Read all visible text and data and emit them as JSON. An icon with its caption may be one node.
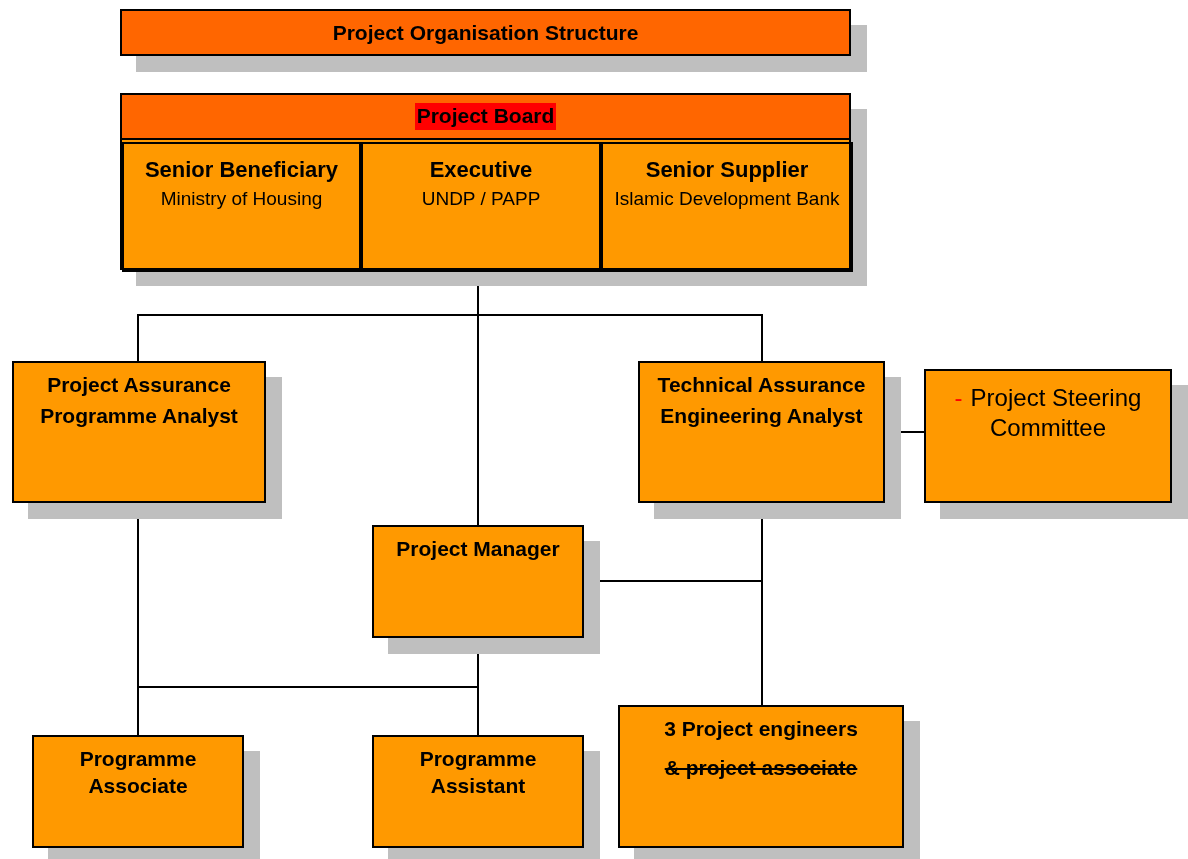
{
  "diagram": {
    "title": "Project Organisation Structure",
    "nodes": [
      {
        "text": [
          "Project Board"
        ]
      },
      {
        "text": [
          "Senior Beneficiary",
          "Ministry of Housing"
        ],
        "in": 0
      },
      {
        "text": [
          "Executive",
          "UNDP / PAPP"
        ],
        "in": 0
      },
      {
        "text": [
          "Senior Supplier",
          "Islamic Development Bank"
        ],
        "in": 0
      },
      {
        "text": [
          "Project Assurance",
          "Programme Analyst"
        ]
      },
      {
        "text": [
          "Technical Assurance",
          "Engineering Analyst"
        ]
      },
      {
        "text": [
          "-",
          "Project Steering Committee"
        ]
      },
      {
        "text": [
          "Project Manager"
        ]
      },
      {
        "text": [
          "Programme Associate"
        ]
      },
      {
        "text": [
          "Programme Assistant"
        ]
      },
      {
        "text": [
          "3 Project engineers",
          "& project associate"
        ]
      }
    ],
    "edges": [
      {
        "from": 2,
        "to": 4,
        "arrow": "none"
      },
      {
        "from": 2,
        "to": 7,
        "arrow": "none"
      },
      {
        "from": 2,
        "to": 5,
        "arrow": "none"
      },
      {
        "from": 5,
        "to": 6,
        "arrow": "none"
      },
      {
        "from": 5,
        "to": 10,
        "arrow": "none"
      },
      {
        "from": 7,
        "to": 10,
        "arrow": "none"
      },
      {
        "from": 4,
        "to": 8,
        "arrow": "none"
      },
      {
        "from": 4,
        "to": 9,
        "arrow": "none"
      },
      {
        "from": 7,
        "to": 8,
        "arrow": "none"
      },
      {
        "from": 7,
        "to": 9,
        "arrow": "none"
      }
    ]
  }
}
